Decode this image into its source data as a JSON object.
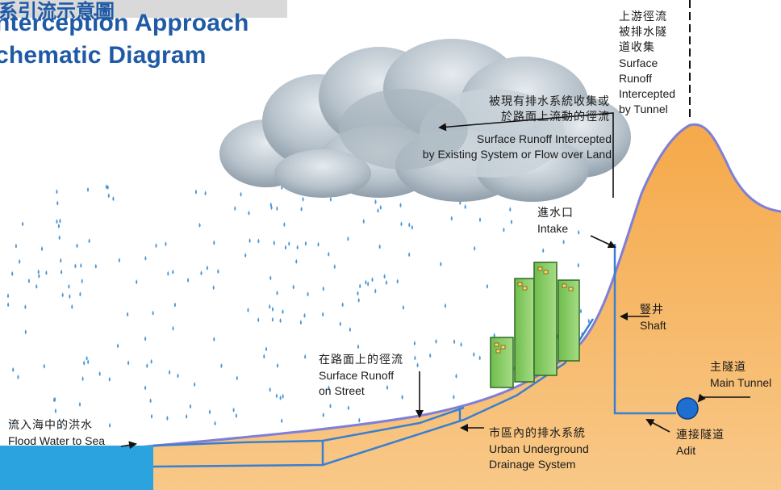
{
  "title": {
    "cut_line": "系引流示意圖",
    "line1": "nterception Approach",
    "line2": "chematic Diagram"
  },
  "labels": {
    "upstream": {
      "zh1": "上游徑流",
      "zh2": "被排水隧",
      "zh3": "道收集",
      "en1": "Surface",
      "en2": "Runoff",
      "en3": "Intercepted",
      "en4": "by Tunnel"
    },
    "existing": {
      "zh1": "被現有排水系統收集或",
      "zh2": "於路面上流動的徑流",
      "en1": "Surface Runoff Intercepted",
      "en2": "by Existing System or Flow over Land"
    },
    "intake": {
      "zh": "進水口",
      "en": "Intake"
    },
    "shaft": {
      "zh": "豎井",
      "en": "Shaft"
    },
    "main_tunnel": {
      "zh": "主隧道",
      "en": "Main Tunnel"
    },
    "street": {
      "zh": "在路面上的徑流",
      "en1": "Surface Runoff",
      "en2": "on Street"
    },
    "flood": {
      "zh": "流入海中的洪水",
      "en": "Flood Water to Sea"
    },
    "drainage": {
      "zh": "市區內的排水系統",
      "en1": "Urban Underground",
      "en2": "Drainage System"
    },
    "adit": {
      "zh": "連接隧道",
      "en": "Adit"
    }
  },
  "colors": {
    "land": "#f4ad52",
    "land_light": "#f8c27a",
    "sea": "#2aa3df",
    "pipe": "#3a7fd0",
    "cloud": "#9aa8b4",
    "rain": "#4a97d6",
    "building": "#7dc85a",
    "title": "#1f5aa6"
  }
}
